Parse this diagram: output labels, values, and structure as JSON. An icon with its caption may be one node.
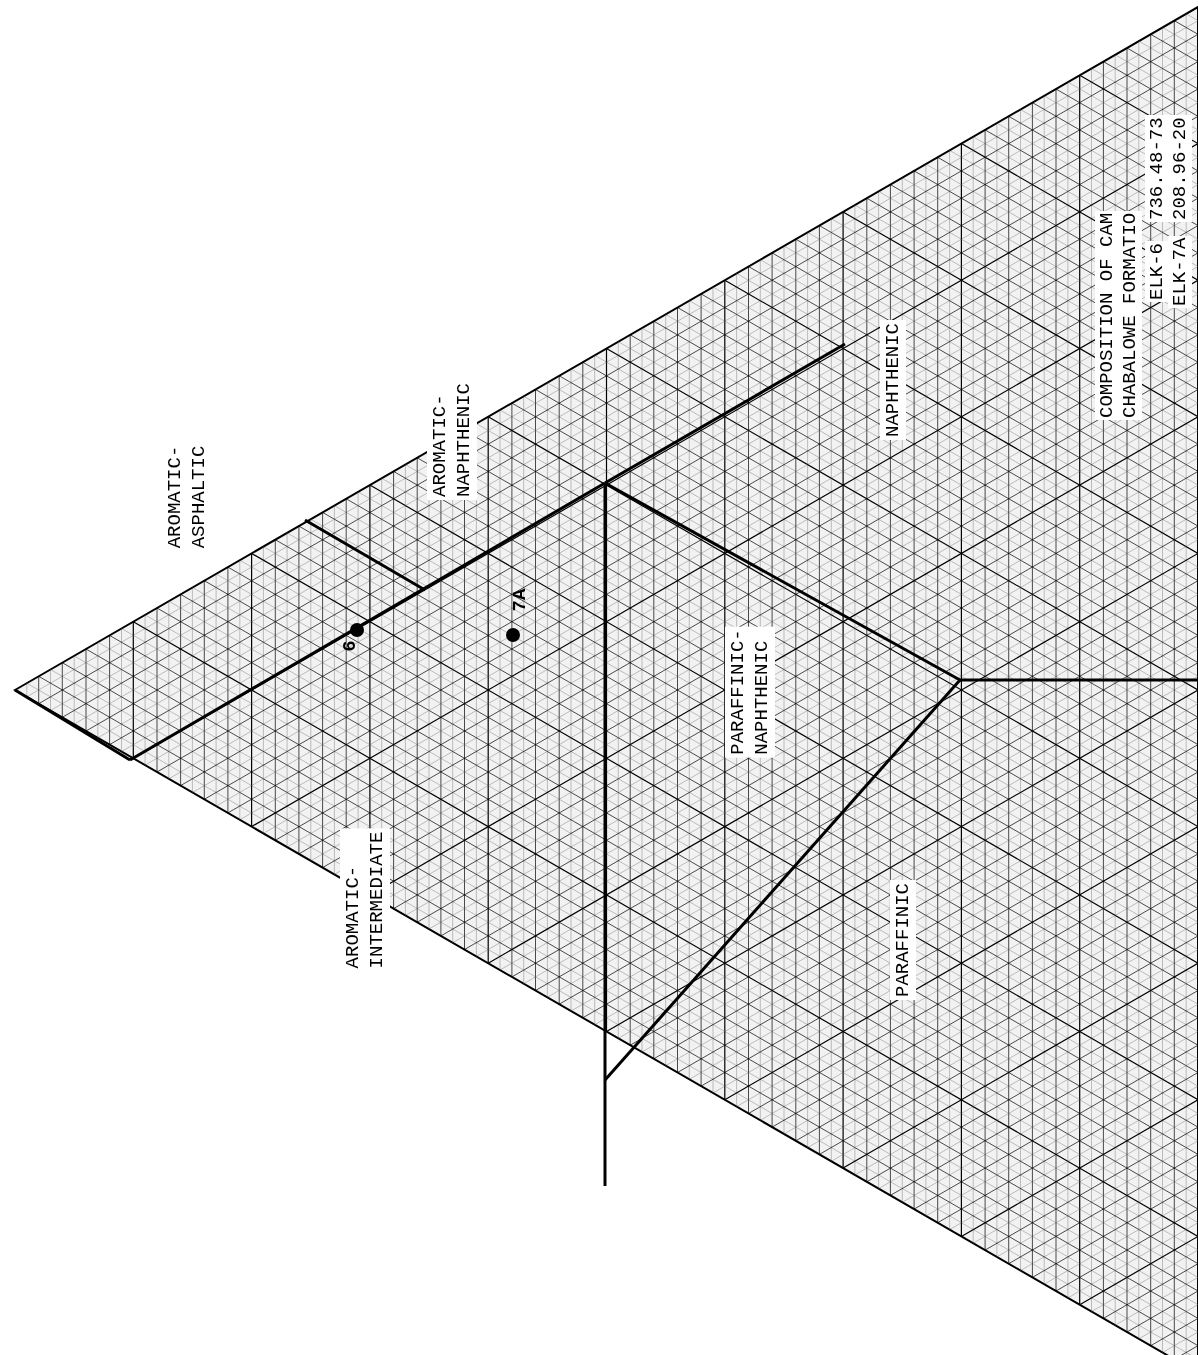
{
  "diagram": {
    "labels": [
      "COMPOSITION OF CAM",
      "CHABALOWE FORMATIO",
      "ELK-6",
      "736.48-73",
      "ELK-7A",
      "208.96-20",
      "AROMATIC- NAPHTHENIC",
      "AROMATIC- ASPHALTIC",
      "NAPHTHENIC",
      "6",
      "7A",
      "PARAFFINIC- NAPHTHENIC",
      "AROMATIC- INTERMEDIATE",
      "PARAFFINIC"
    ]
  }
}
